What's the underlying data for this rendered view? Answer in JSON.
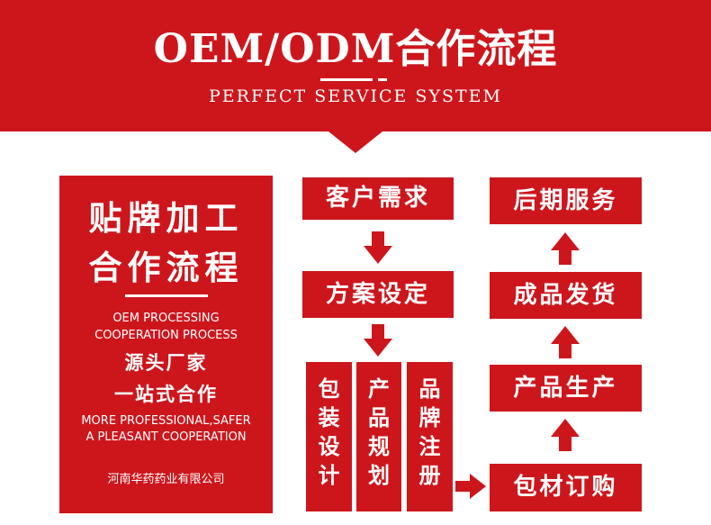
{
  "header": {
    "title": "OEM/ODM合作流程",
    "subtitle": "PERFECT SERVICE SYSTEM"
  },
  "left_panel": {
    "heading_line1": "贴牌加工",
    "heading_line2": "合作流程",
    "en_line1": "OEM PROCESSING",
    "en_line2": "COOPERATION PROCESS",
    "cn_line1": "源头厂家",
    "cn_line2": "一站式合作",
    "en_line3": "MORE PROFESSIONAL,SAFER",
    "en_line4": "A PLEASANT COOPERATION",
    "company": "河南华药药业有限公司"
  },
  "steps": {
    "customer_demand": "客户需求",
    "plan_setting": "方案设定",
    "packaging_design": [
      "包",
      "装",
      "设",
      "计"
    ],
    "product_planning": [
      "产",
      "品",
      "规",
      "划"
    ],
    "brand_registration": [
      "品",
      "牌",
      "注",
      "册"
    ],
    "material_purchase": "包材订购",
    "production": "产品生产",
    "delivery": "成品发货",
    "after_service": "后期服务"
  },
  "colors": {
    "brand_red": "#cd161c",
    "text_white": "#ffffff"
  }
}
